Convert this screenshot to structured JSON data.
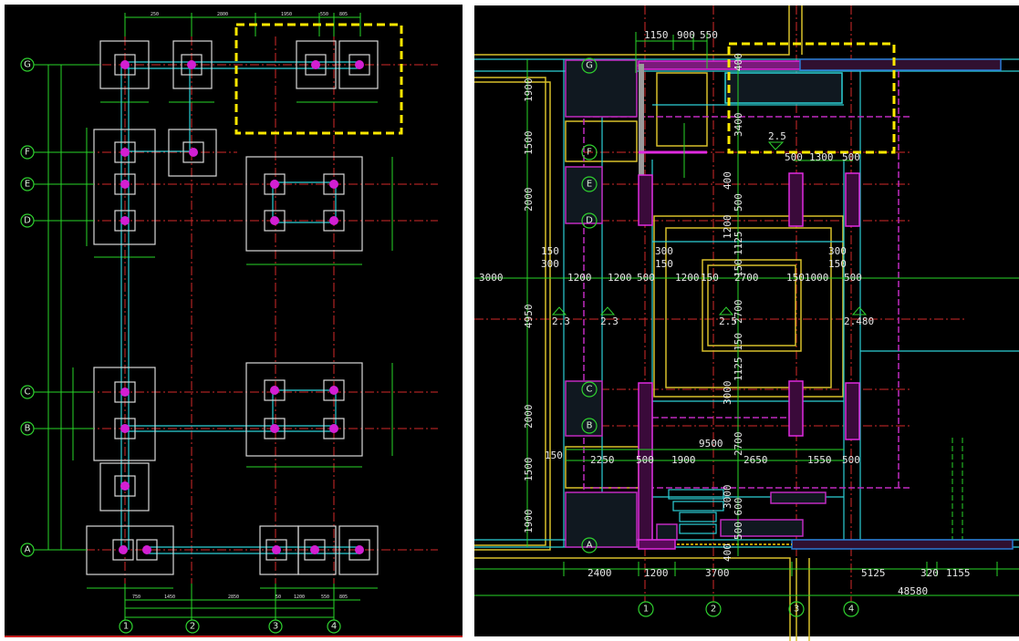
{
  "left_panel": {
    "row_axes": [
      "G",
      "F",
      "E",
      "D",
      "C",
      "B",
      "A"
    ],
    "col_axes": [
      "1",
      "2",
      "3",
      "4"
    ],
    "top_dims": [
      "250",
      "2800",
      "1950",
      "550",
      "805"
    ],
    "bottom_dims": [
      "750",
      "1450",
      "2850",
      "50",
      "1200",
      "550",
      "805"
    ]
  },
  "right_panel": {
    "row_axes": [
      "G",
      "F",
      "E",
      "D",
      "C",
      "B",
      "A"
    ],
    "col_axes": [
      "1",
      "2",
      "3",
      "4"
    ],
    "top_dims": [
      "1150",
      "900",
      "550"
    ],
    "left_dims": [
      "1900",
      "1500",
      "2000",
      "4950",
      "2000",
      "1500",
      "1900"
    ],
    "row_dims_mid": [
      "3000",
      "150",
      "300",
      "1200",
      "1200",
      "500",
      "300",
      "150",
      "1200",
      "150",
      "2700",
      "1501000",
      "150",
      "300",
      "500"
    ],
    "vertical_dims": [
      "400",
      "3400",
      "400",
      "500",
      "1200",
      "1125",
      "150",
      "2700",
      "1125 150",
      "3000",
      "2700",
      "3000",
      "500 600",
      "400"
    ],
    "frame_dims": [
      "500",
      "1300",
      "500"
    ],
    "elevations": [
      "2.5",
      "2.3",
      "2.3",
      "2.5",
      "2.480"
    ],
    "total_span": "9500",
    "row_dims_low": [
      "150",
      "2250",
      "500",
      "1900",
      "2650",
      "1550",
      "500"
    ],
    "bottom_dims": [
      "2400",
      "1200",
      "3700",
      "5125",
      "320",
      "1155"
    ],
    "overall": "48580"
  },
  "colors": {
    "background": "#000000",
    "axis_line": "#d42a2a",
    "dimension": "#27d627",
    "highlight": "#ffe800",
    "column": "#d21fd2",
    "beam": "#2ccfd6"
  }
}
